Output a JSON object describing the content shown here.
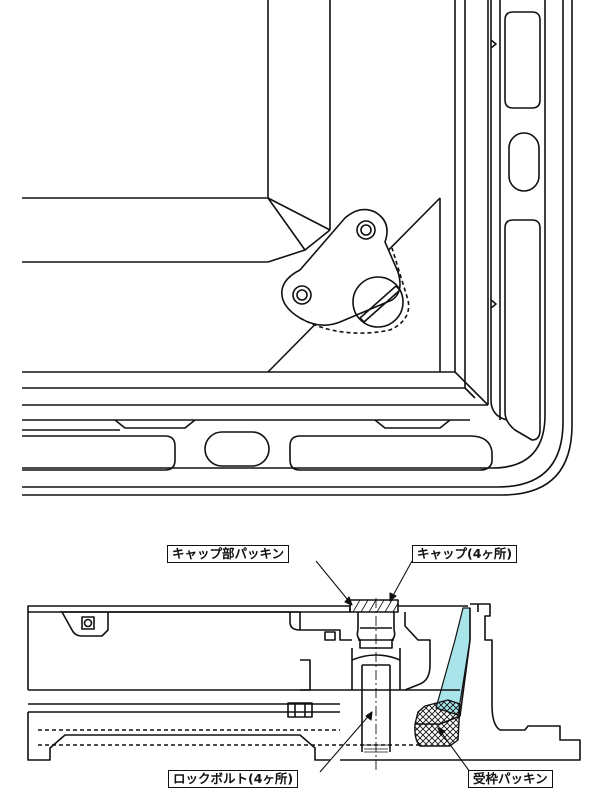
{
  "labels": {
    "cap_packing": "キャップ部パッキン",
    "cap": "キャップ(4ヶ所)",
    "lock_bolt": "ロックボルト(4ヶ所)",
    "frame_packing": "受枠パッキン"
  },
  "colors": {
    "line": "#111111",
    "packing_fill": "#a8e4ea",
    "background": "#ffffff"
  }
}
